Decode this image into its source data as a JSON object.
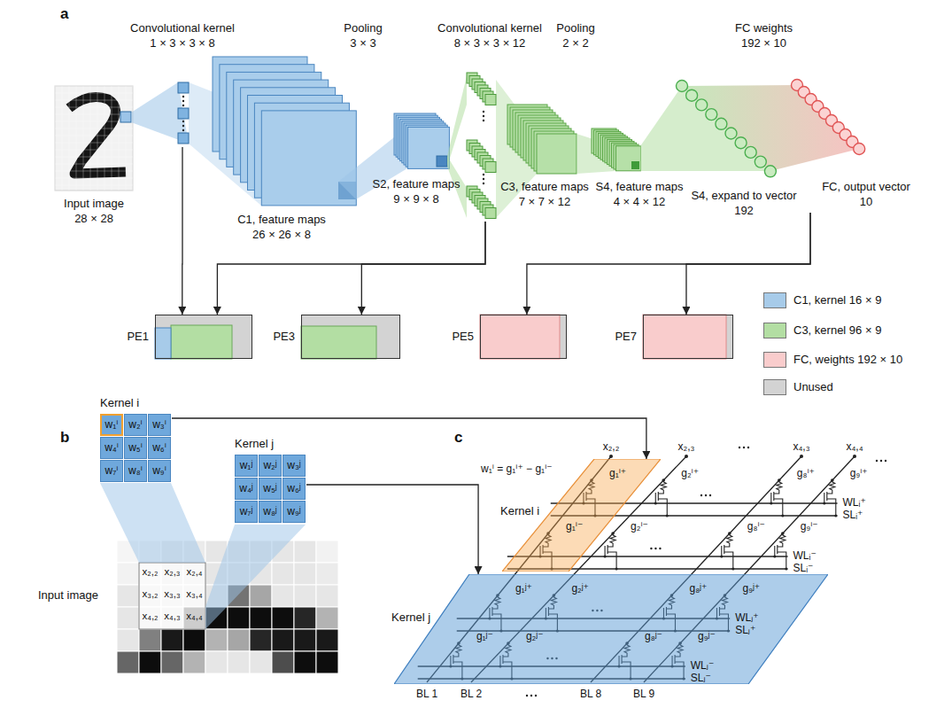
{
  "diagram": {
    "nodes": [
      {
        "text": [
          "Convolutional kernel",
          "1 × 3 × 3 × 8"
        ]
      },
      {
        "text": [
          "Convolutional kernel",
          "8 × 3 × 3 × 12"
        ]
      },
      {
        "text": [
          "FC weights",
          "192 × 10"
        ]
      },
      {
        "text": [
          "PE1"
        ]
      },
      {
        "text": [
          "PE3"
        ]
      },
      {
        "text": [
          "PE5"
        ]
      },
      {
        "text": [
          "PE7"
        ]
      },
      {
        "text": [
          "Kernel i",
          "w₁ⁱ",
          "w₂ⁱ",
          "w₃ⁱ",
          "w₄ⁱ",
          "w₅ⁱ",
          "w₆ⁱ",
          "w₇ⁱ",
          "w₈ⁱ",
          "w₉ⁱ"
        ]
      },
      {
        "text": [
          "Kernel j",
          "w₁ʲ",
          "w₂ʲ",
          "w₃ʲ",
          "w₄ʲ",
          "w₅ʲ",
          "w₆ʲ",
          "w₇ʲ",
          "w₈ʲ",
          "w₉ʲ"
        ]
      },
      {
        "text": [
          "Kernel i",
          "g₁ⁱ⁺",
          "g₁ⁱ⁻"
        ]
      },
      {
        "text": [
          "Kernel j",
          "g₁ʲ⁺",
          "g₂ʲ⁺",
          "g₈ʲ⁺",
          "g₉ʲ⁺",
          "g₁ʲ⁻",
          "g₂ʲ⁻",
          "g₈ʲ⁻",
          "g₉ʲ⁻"
        ]
      }
    ],
    "edges": [
      {
        "from": 0,
        "to": 3,
        "arrow": "to"
      },
      {
        "from": 1,
        "to": 3,
        "arrow": "to"
      },
      {
        "from": 1,
        "to": 4,
        "arrow": "to"
      },
      {
        "from": 2,
        "to": 5,
        "arrow": "to"
      },
      {
        "from": 2,
        "to": 6,
        "arrow": "to"
      },
      {
        "from": 7,
        "to": 9,
        "arrow": "to"
      },
      {
        "from": 8,
        "to": 10,
        "arrow": "to"
      }
    ],
    "labels": [
      "a",
      "Pooling",
      "3 × 3",
      "Pooling",
      "2 × 2",
      "Input image",
      "28 × 28",
      "C1, feature maps",
      "26 × 26 × 8",
      "S2, feature maps",
      "9 × 9 × 8",
      "C3, feature maps",
      "7 × 7 × 12",
      "S4, feature maps",
      "4 × 4 × 12",
      "S4, expand to vector",
      "192",
      "FC, output vector",
      "10",
      "b",
      "Input image",
      "x₂,₂",
      "x₂,₃",
      "x₂,₄",
      "x₃,₂",
      "x₃,₃",
      "x₃,₄",
      "x₄,₂",
      "x₄,₃",
      "x₄,₄",
      "c",
      "w₁ⁱ = g₁ⁱ⁺ − g₁ⁱ⁻",
      "x₂,₂",
      "x₂,₃",
      "x₄,₃",
      "x₄,₄",
      "g₂ⁱ⁺",
      "g₈ⁱ⁺",
      "g₉ⁱ⁺",
      "g₂ⁱ⁻",
      "g₈ⁱ⁻",
      "g₉ⁱ⁻",
      "WLᵢ⁺",
      "SLᵢ⁺",
      "WLᵢ⁻",
      "SLᵢ⁻",
      "WLⱼ⁺",
      "SLⱼ⁺",
      "WLⱼ⁻",
      "SLⱼ⁻",
      "BL 1",
      "BL 2",
      "BL 8",
      "BL 9"
    ],
    "legend": [
      {
        "text": "C1, kernel 16 × 9",
        "color": "#a7cbe9"
      },
      {
        "text": "C3, kernel 96 × 9",
        "color": "#b3dea3"
      },
      {
        "text": "FC, weights 192 × 10",
        "color": "#f9cccc"
      },
      {
        "text": "Unused",
        "color": "#d3d3d3"
      }
    ]
  }
}
